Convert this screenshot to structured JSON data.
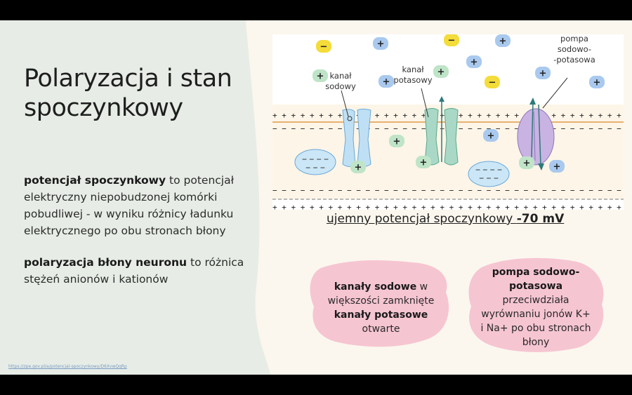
{
  "slide": {
    "title": "Polaryzacja i stan spoczynkowy",
    "paragraph1": {
      "term": "potencjał spoczynkowy",
      "text": " to potencjał elektryczny niepobudzonej komórki pobudliwej - w wyniku różnicy ładunku elektrycznego po obu stronach błony"
    },
    "paragraph2": {
      "term": "polaryzacja błony neuronu",
      "text": " to różnica stężeń anionów i kationów"
    },
    "source_link": "https://zpe.gov.pl/a/potencjal-spoczynkowy/D6XvwQqRp",
    "caption": {
      "text": "ujemny potencjał spoczynkowy ",
      "value": "-70 mV"
    },
    "blob_left": {
      "term1": "kanały sodowe",
      "text1": " w większości zamknięte ",
      "term2": "kanały potasowe",
      "text2": " otwarte"
    },
    "blob_right": {
      "term": "pompa sodowo-potasowa",
      "text": " przeciwdziała wyrównaniu jonów K+ i Na+ po obu stronach błony"
    },
    "diagram": {
      "label_sodium": [
        "kanał",
        "sodowy"
      ],
      "label_potassium": [
        "kanał",
        "potasowy"
      ],
      "label_pump": [
        "pompa",
        "sodowo-",
        "-potasowa"
      ],
      "plus_sign": "+",
      "minus_sign": "−",
      "membrane_plus": "+ + + + + + + + + + + + + + + + + + + + + + + + + + + + + + + + + + + + + + +",
      "membrane_minus": "− − − − − − − − − − − − − − − − − − − − − − − − − − − − − − − − − − − − − − −",
      "colors": {
        "sodium_ion": "#a9c9ee",
        "potassium_ion": "#bfe4c8",
        "anion": "#f4dc3a",
        "sodium_channel": "#bfe0f4",
        "potassium_channel": "#a9d8c6",
        "pump": "#c9b3e3",
        "blob": "#f6c5d2",
        "left_panel": "#e7ede6"
      }
    }
  }
}
